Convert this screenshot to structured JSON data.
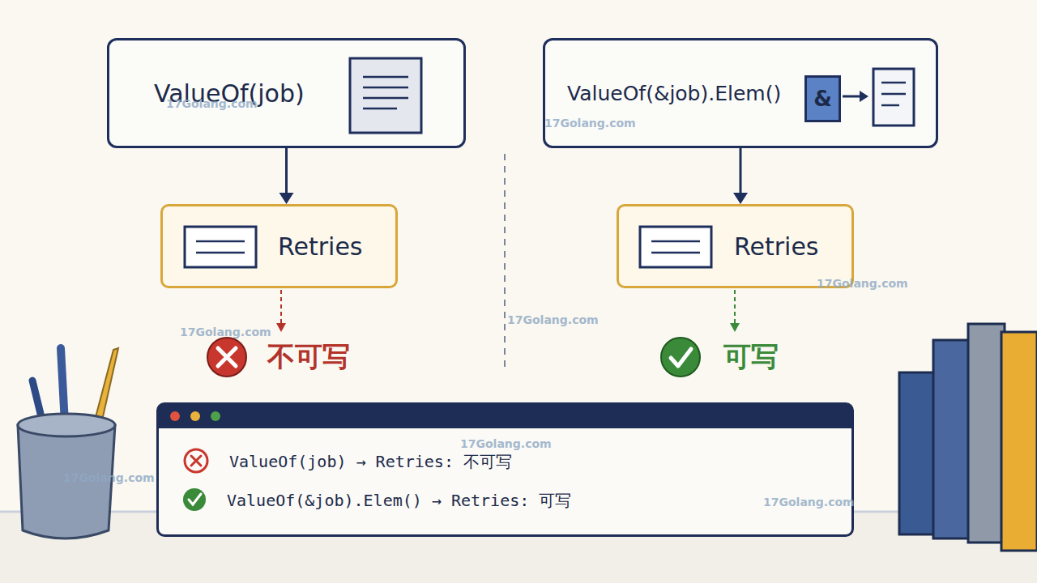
{
  "diagram": {
    "nodes": [
      {
        "text": [
          "ValueOf(job)"
        ]
      },
      {
        "text": [
          "ValueOf(&job).Elem()"
        ]
      },
      {
        "text": [
          "&"
        ],
        "in": 1
      },
      {
        "text": [
          "Retries"
        ]
      },
      {
        "text": [
          "Retries"
        ]
      },
      {
        "text": [
          "ValueOf(job) → Retries: 不可写",
          "ValueOf(&job).Elem() → Retries: 可写"
        ]
      }
    ],
    "edges": [
      {
        "from": 0,
        "to": 3,
        "arrow": "to"
      },
      {
        "from": 1,
        "to": 4,
        "arrow": "to"
      }
    ],
    "labels": [
      "不可写",
      "可写",
      "17Golang.com",
      "17Golang.com",
      "17Golang.com",
      "17Golang.com",
      "17Golang.com",
      "17Golang.com",
      "17Golang.com",
      "17Golang.com"
    ]
  }
}
